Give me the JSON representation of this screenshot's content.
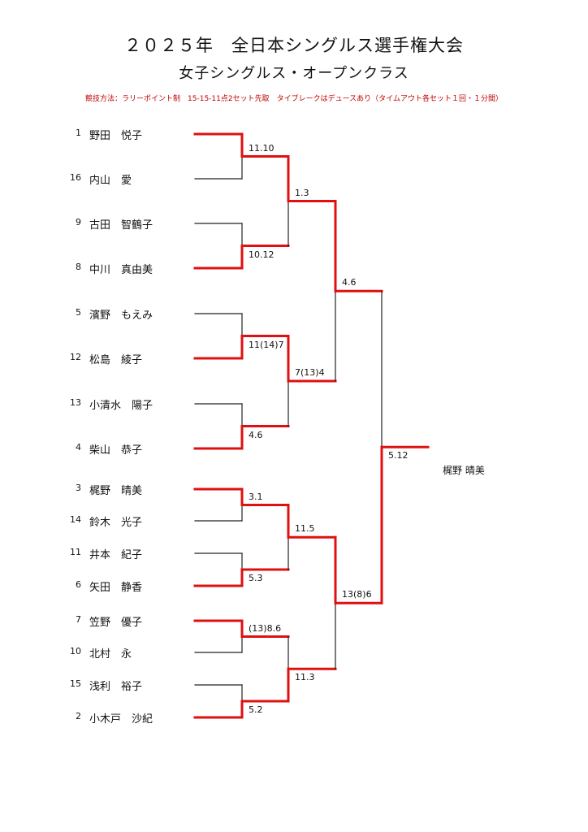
{
  "header": {
    "title": "２０２５年　全日本シングルス選手権大会",
    "subtitle": "女子シングルス・オープンクラス",
    "rules": "競技方法：ラリーポイント制　15-15-11点2セット先取　タイブレークはデュースあり（タイムアウト各セット１回・１分間）"
  },
  "colors": {
    "winner_line": "#e01010",
    "loser_line": "#222222"
  },
  "players": [
    {
      "seed": "1",
      "name": "野田　悦子"
    },
    {
      "seed": "16",
      "name": "内山　愛"
    },
    {
      "seed": "9",
      "name": "古田　智鶴子"
    },
    {
      "seed": "8",
      "name": "中川　真由美"
    },
    {
      "seed": "5",
      "name": "濱野　もえみ"
    },
    {
      "seed": "12",
      "name": "松島　綾子"
    },
    {
      "seed": "13",
      "name": "小清水　陽子"
    },
    {
      "seed": "4",
      "name": "柴山　恭子"
    },
    {
      "seed": "3",
      "name": "梶野　晴美"
    },
    {
      "seed": "14",
      "name": "鈴木　光子"
    },
    {
      "seed": "11",
      "name": "井本　紀子"
    },
    {
      "seed": "6",
      "name": "矢田　静香"
    },
    {
      "seed": "7",
      "name": "笠野　優子"
    },
    {
      "seed": "10",
      "name": "北村　永"
    },
    {
      "seed": "15",
      "name": "浅利　裕子"
    },
    {
      "seed": "2",
      "name": "小木戸　沙紀"
    }
  ],
  "rounds": [
    [
      {
        "score": "11.10",
        "winner": "top"
      },
      {
        "score": "10.12",
        "winner": "bottom"
      },
      {
        "score": "11(14)7",
        "winner": "bottom"
      },
      {
        "score": "4.6",
        "winner": "bottom"
      },
      {
        "score": "3.1",
        "winner": "top"
      },
      {
        "score": "5.3",
        "winner": "bottom"
      },
      {
        "score": "(13)8.6",
        "winner": "top"
      },
      {
        "score": "5.2",
        "winner": "bottom"
      }
    ],
    [
      {
        "score": "1.3",
        "winner": "top"
      },
      {
        "score": "7(13)4",
        "winner": "top"
      },
      {
        "score": "11.5",
        "winner": "top"
      },
      {
        "score": "11.3",
        "winner": "bottom"
      }
    ],
    [
      {
        "score": "4.6",
        "winner": "top"
      },
      {
        "score": "13(8)6",
        "winner": "top"
      }
    ],
    [
      {
        "score": "5.12",
        "winner": "bottom"
      }
    ]
  ],
  "champion": "梶野 晴美"
}
